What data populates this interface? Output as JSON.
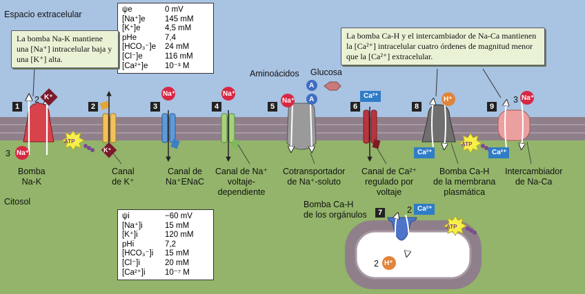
{
  "regions": {
    "extracellular": "Espacio extracelular",
    "cytosol": "Citosol"
  },
  "extracellular_conc": [
    [
      "ψe",
      "0 mV"
    ],
    [
      "[Na⁺]e",
      "145 mM"
    ],
    [
      "[K⁺]e",
      "4,5 mM"
    ],
    [
      "pHe",
      "7,4"
    ],
    [
      "[HCO₃⁻]e",
      "24 mM"
    ],
    [
      "[Cl⁻]e",
      "116 mM"
    ],
    [
      "[Ca²⁺]e",
      "10⁻³ M"
    ]
  ],
  "cytosol_conc": [
    [
      "ψi",
      "−60 mV"
    ],
    [
      "[Na⁺]i",
      "15 mM"
    ],
    [
      "[K⁺]i",
      "120 mM"
    ],
    [
      "pHi",
      "7,2"
    ],
    [
      "[HCO₃⁻]i",
      "15 mM"
    ],
    [
      "[Cl⁻]i",
      "20 mM"
    ],
    [
      "[Ca²⁺]i",
      "10⁻⁷ M"
    ]
  ],
  "callouts": {
    "nak": "La bomba Na-K mantiene una [Na⁺] intracelular baja y una [K⁺] alta.",
    "ca": "La bomba Ca-H y el intercambiador de Na-Ca mantienen la [Ca²⁺] intracelular cuatro órdenes de magnitud menor que la [Ca²⁺] extracelular."
  },
  "transporters": [
    {
      "num": "1",
      "label": "Bomba\nNa-K"
    },
    {
      "num": "2",
      "label": "Canal\nde K⁺"
    },
    {
      "num": "3",
      "label": "Canal de\nNa⁺ENaC"
    },
    {
      "num": "4",
      "label": "Canal de Na⁺\nvoltaje-\ndependiente"
    },
    {
      "num": "5",
      "label": "Cotransportador\nde Na⁺-soluto"
    },
    {
      "num": "6",
      "label": "Canal de Ca²⁺\nregulado por\nvoltaje"
    },
    {
      "num": "8",
      "label": "Bomba Ca-H\nde la membrana\nplasmática"
    },
    {
      "num": "9",
      "label": "Intercambiador\nde Na-Ca"
    },
    {
      "num": "7",
      "label": "Bomba Ca-H\nde los orgánulos"
    }
  ],
  "ions": {
    "na": "Na⁺",
    "k": "K⁺",
    "ca": "Ca²⁺",
    "h": "H⁺",
    "atp": "ATP",
    "aa": "A",
    "aminoacids": "Aminoácidos",
    "glucose": "Glucosa",
    "stoich_2": "2",
    "stoich_3": "3"
  },
  "colors": {
    "extracellular": "#a9c3e2",
    "cytosol": "#93b46a",
    "membrane": "#8f7f8a",
    "nak_pump": "#d8424b",
    "k_channel": "#f2c25a",
    "enac": "#5d9bd8",
    "nav": "#a4d27c",
    "cotransporter": "#9a9a9a",
    "cav": "#b8353e",
    "caH_pump": "#6f6f6f",
    "exchanger": "#ec9f9f",
    "organelle_pump": "#4d74c9",
    "na_ion": "#d72843",
    "k_ion": "#7a1a2c",
    "ca_ion": "#2f7cc7",
    "h_ion": "#e2843a"
  }
}
